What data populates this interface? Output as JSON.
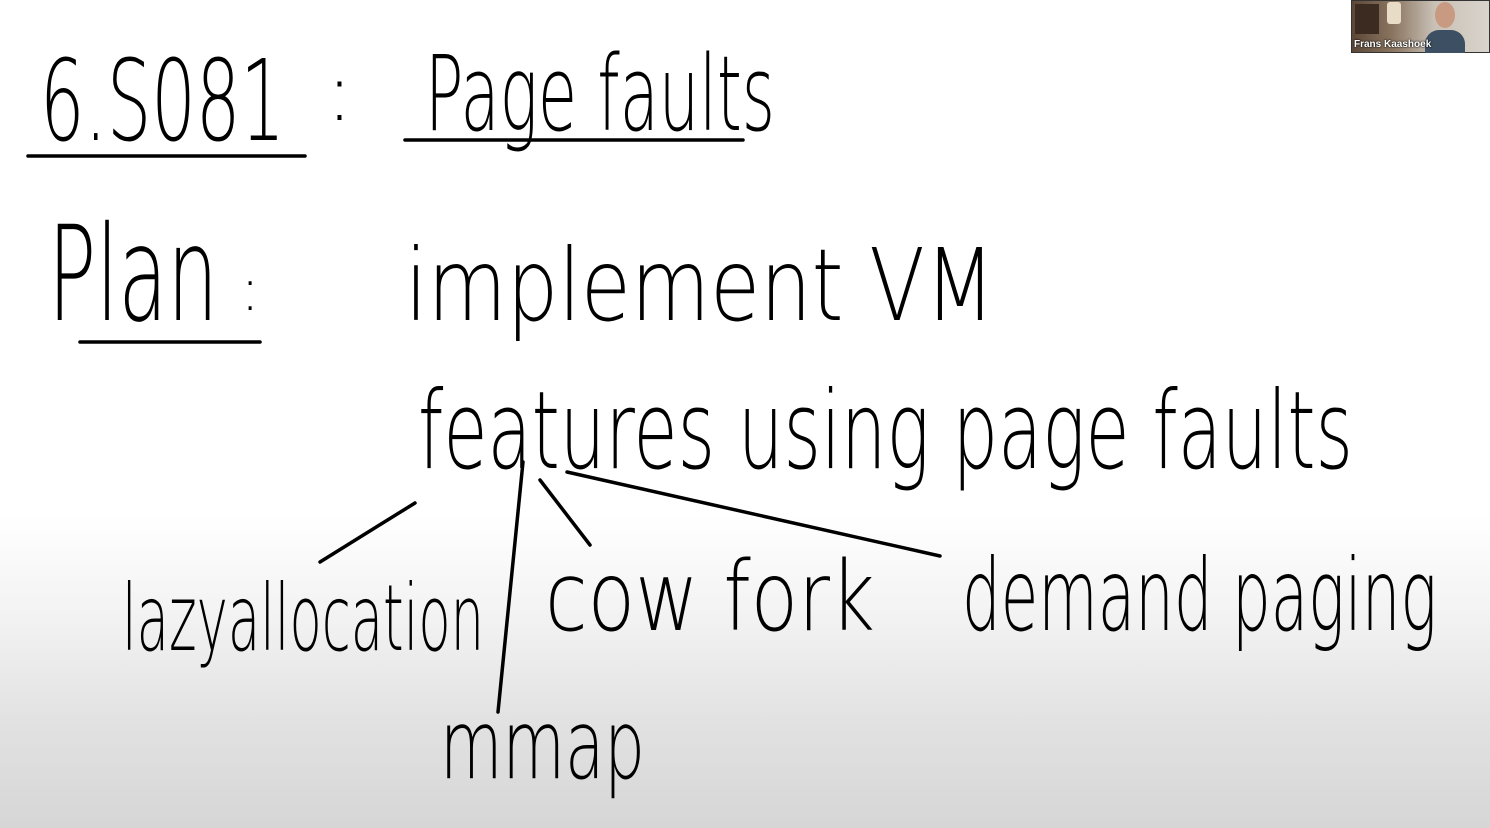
{
  "video": {
    "participant_name": "Frans Kaashoek"
  },
  "whiteboard": {
    "course_number": "6.S081",
    "colon": ":",
    "title": "Page faults",
    "plan_label": "Plan",
    "plan_line_1": "implement VM",
    "plan_line_2": "features using page faults",
    "features": {
      "lazy_allocation": "lazyallocation",
      "cow_fork": "cow fork",
      "demand_paging": "demand paging",
      "mmap": "mmap"
    }
  },
  "colors": {
    "ink": "#000000",
    "board": "#ffffff"
  }
}
